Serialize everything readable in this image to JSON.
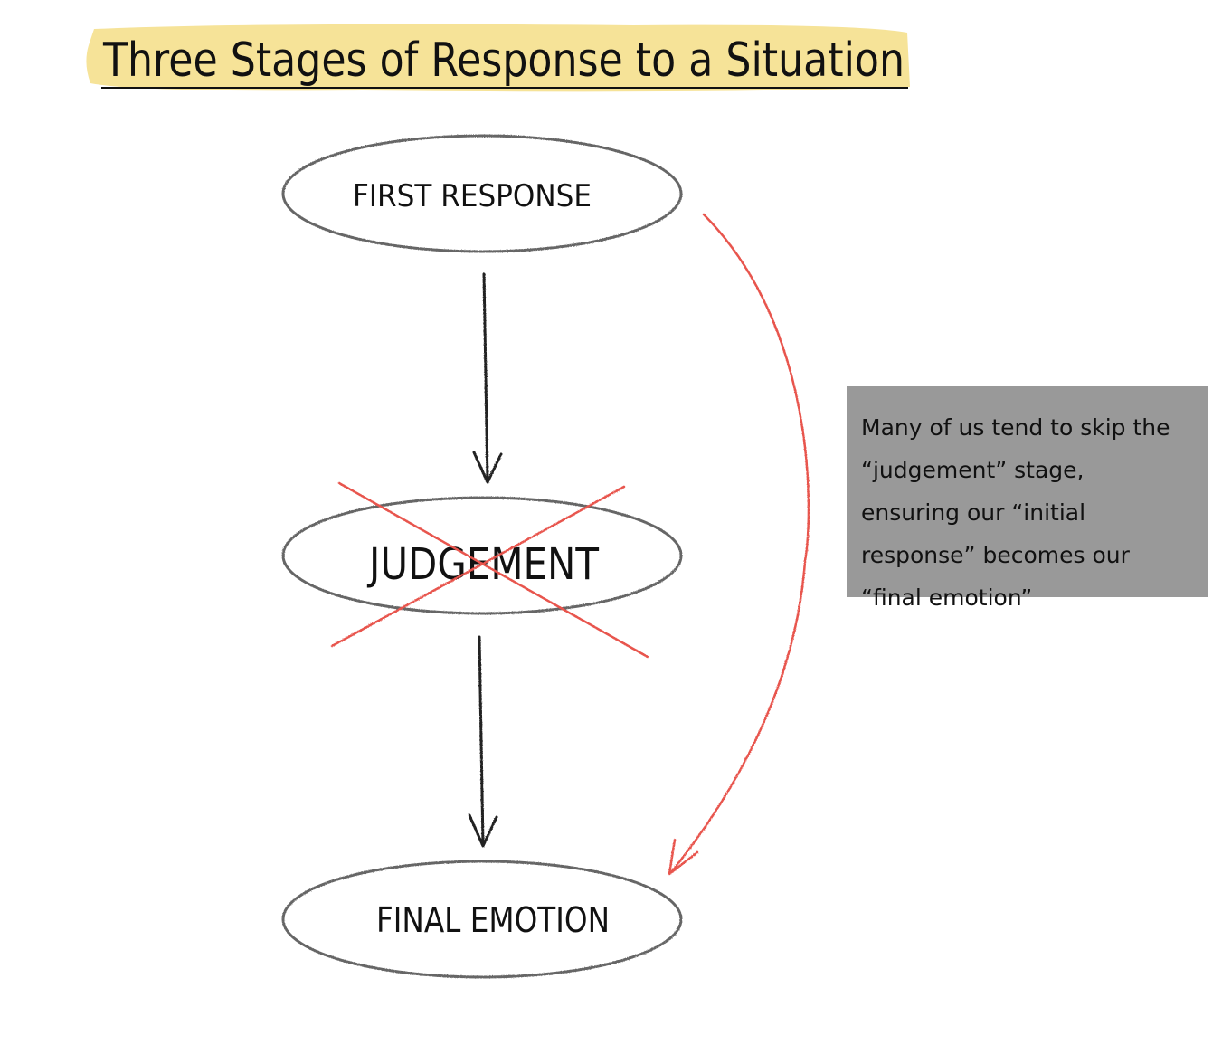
{
  "title": "Three Stages of Response to a Situation",
  "nodes": {
    "first": "FIRST RESPONSE",
    "judgement": "JUDGEMENT",
    "final": "FINAL EMOTION"
  },
  "note": "Many of us tend to skip the “judgement” stage, ensuring our “initial response” becomes our “final emotion”",
  "colors": {
    "highlight": "#f6e398",
    "accent_red": "#e8554e",
    "note_bg": "#999999",
    "outline": "#666666",
    "ink": "#111111"
  }
}
